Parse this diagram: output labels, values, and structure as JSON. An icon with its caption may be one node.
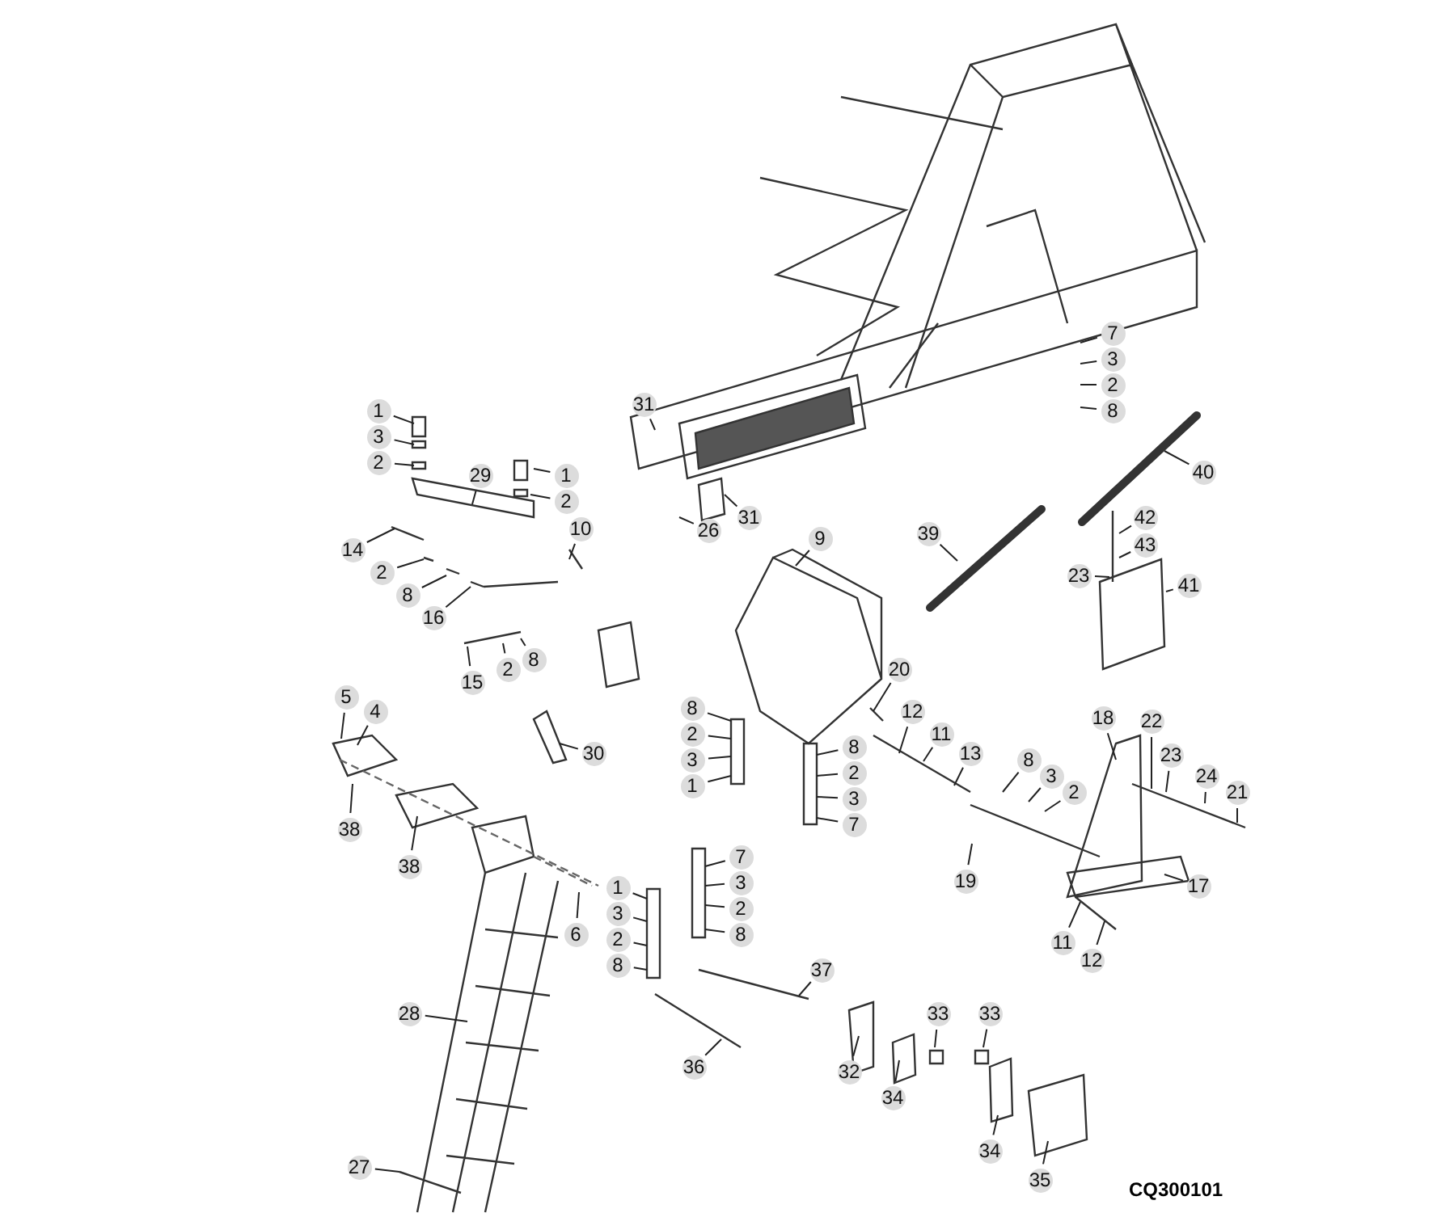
{
  "diagram": {
    "nodes": [
      {
        "text": [
          "1"
        ]
      },
      {
        "text": [
          "3"
        ]
      },
      {
        "text": [
          "2"
        ]
      },
      {
        "text": [
          "29"
        ]
      },
      {
        "text": [
          "1"
        ]
      },
      {
        "text": [
          "2"
        ]
      },
      {
        "text": [
          "14"
        ]
      },
      {
        "text": [
          "2"
        ]
      },
      {
        "text": [
          "8"
        ]
      },
      {
        "text": [
          "16"
        ]
      },
      {
        "text": [
          "10"
        ]
      },
      {
        "text": [
          "15"
        ]
      },
      {
        "text": [
          "2"
        ]
      },
      {
        "text": [
          "8"
        ]
      },
      {
        "text": [
          "30"
        ]
      },
      {
        "text": [
          "31"
        ]
      },
      {
        "text": [
          "31"
        ]
      },
      {
        "text": [
          "26"
        ]
      },
      {
        "text": [
          "9"
        ]
      },
      {
        "text": [
          "7"
        ]
      },
      {
        "text": [
          "3"
        ]
      },
      {
        "text": [
          "2"
        ]
      },
      {
        "text": [
          "8"
        ]
      },
      {
        "text": [
          "40"
        ]
      },
      {
        "text": [
          "39"
        ]
      },
      {
        "text": [
          "42"
        ]
      },
      {
        "text": [
          "43"
        ]
      },
      {
        "text": [
          "23"
        ]
      },
      {
        "text": [
          "41"
        ]
      },
      {
        "text": [
          "20"
        ]
      },
      {
        "text": [
          "12"
        ]
      },
      {
        "text": [
          "11"
        ]
      },
      {
        "text": [
          "13"
        ]
      },
      {
        "text": [
          "18"
        ]
      },
      {
        "text": [
          "22"
        ]
      },
      {
        "text": [
          "23"
        ]
      },
      {
        "text": [
          "24"
        ]
      },
      {
        "text": [
          "21"
        ]
      },
      {
        "text": [
          "8"
        ]
      },
      {
        "text": [
          "3"
        ]
      },
      {
        "text": [
          "2"
        ]
      },
      {
        "text": [
          "19"
        ]
      },
      {
        "text": [
          "17"
        ]
      },
      {
        "text": [
          "11"
        ]
      },
      {
        "text": [
          "12"
        ]
      },
      {
        "text": [
          "5"
        ]
      },
      {
        "text": [
          "4"
        ]
      },
      {
        "text": [
          "38"
        ]
      },
      {
        "text": [
          "38"
        ]
      },
      {
        "text": [
          "6"
        ]
      },
      {
        "text": [
          "28"
        ]
      },
      {
        "text": [
          "27"
        ]
      },
      {
        "text": [
          "8"
        ]
      },
      {
        "text": [
          "2"
        ]
      },
      {
        "text": [
          "3"
        ]
      },
      {
        "text": [
          "1"
        ]
      },
      {
        "text": [
          "8"
        ]
      },
      {
        "text": [
          "2"
        ]
      },
      {
        "text": [
          "3"
        ]
      },
      {
        "text": [
          "7"
        ]
      },
      {
        "text": [
          "7"
        ]
      },
      {
        "text": [
          "3"
        ]
      },
      {
        "text": [
          "2"
        ]
      },
      {
        "text": [
          "8"
        ]
      },
      {
        "text": [
          "1"
        ]
      },
      {
        "text": [
          "3"
        ]
      },
      {
        "text": [
          "2"
        ]
      },
      {
        "text": [
          "8"
        ]
      },
      {
        "text": [
          "37"
        ]
      },
      {
        "text": [
          "36"
        ]
      },
      {
        "text": [
          "32"
        ]
      },
      {
        "text": [
          "33"
        ]
      },
      {
        "text": [
          "34"
        ]
      },
      {
        "text": [
          "33"
        ]
      },
      {
        "text": [
          "34"
        ]
      },
      {
        "text": [
          "35"
        ]
      }
    ],
    "edges": [
      {
        "from": 0,
        "to": null,
        "arrow": "none"
      },
      {
        "from": 1,
        "to": null,
        "arrow": "none"
      },
      {
        "from": 2,
        "to": null,
        "arrow": "none"
      },
      {
        "from": 3,
        "to": null,
        "arrow": "none"
      },
      {
        "from": 4,
        "to": null,
        "arrow": "none"
      },
      {
        "from": 5,
        "to": null,
        "arrow": "none"
      },
      {
        "from": 6,
        "to": null,
        "arrow": "none"
      },
      {
        "from": 7,
        "to": null,
        "arrow": "none"
      },
      {
        "from": 8,
        "to": null,
        "arrow": "none"
      },
      {
        "from": 9,
        "to": null,
        "arrow": "none"
      },
      {
        "from": 10,
        "to": null,
        "arrow": "none"
      },
      {
        "from": 11,
        "to": null,
        "arrow": "none"
      },
      {
        "from": 12,
        "to": null,
        "arrow": "none"
      },
      {
        "from": 13,
        "to": null,
        "arrow": "none"
      },
      {
        "from": 14,
        "to": null,
        "arrow": "none"
      },
      {
        "from": 15,
        "to": null,
        "arrow": "none"
      },
      {
        "from": 16,
        "to": null,
        "arrow": "none"
      },
      {
        "from": 17,
        "to": null,
        "arrow": "none"
      },
      {
        "from": 18,
        "to": null,
        "arrow": "none"
      },
      {
        "from": 19,
        "to": null,
        "arrow": "none"
      },
      {
        "from": 20,
        "to": null,
        "arrow": "none"
      },
      {
        "from": 21,
        "to": null,
        "arrow": "none"
      },
      {
        "from": 22,
        "to": null,
        "arrow": "none"
      },
      {
        "from": 23,
        "to": null,
        "arrow": "none"
      },
      {
        "from": 24,
        "to": null,
        "arrow": "none"
      },
      {
        "from": 25,
        "to": null,
        "arrow": "none"
      },
      {
        "from": 26,
        "to": null,
        "arrow": "none"
      },
      {
        "from": 27,
        "to": null,
        "arrow": "none"
      },
      {
        "from": 28,
        "to": null,
        "arrow": "none"
      },
      {
        "from": 29,
        "to": null,
        "arrow": "none"
      },
      {
        "from": 30,
        "to": null,
        "arrow": "none"
      },
      {
        "from": 31,
        "to": null,
        "arrow": "none"
      },
      {
        "from": 32,
        "to": null,
        "arrow": "none"
      },
      {
        "from": 33,
        "to": null,
        "arrow": "none"
      },
      {
        "from": 34,
        "to": null,
        "arrow": "none"
      },
      {
        "from": 35,
        "to": null,
        "arrow": "none"
      },
      {
        "from": 36,
        "to": null,
        "arrow": "none"
      },
      {
        "from": 37,
        "to": null,
        "arrow": "none"
      },
      {
        "from": 38,
        "to": null,
        "arrow": "none"
      },
      {
        "from": 39,
        "to": null,
        "arrow": "none"
      },
      {
        "from": 40,
        "to": null,
        "arrow": "none"
      },
      {
        "from": 41,
        "to": null,
        "arrow": "none"
      },
      {
        "from": 42,
        "to": null,
        "arrow": "none"
      },
      {
        "from": 43,
        "to": null,
        "arrow": "none"
      },
      {
        "from": 44,
        "to": null,
        "arrow": "none"
      },
      {
        "from": 45,
        "to": null,
        "arrow": "none"
      },
      {
        "from": 46,
        "to": null,
        "arrow": "none"
      },
      {
        "from": 47,
        "to": null,
        "arrow": "none"
      },
      {
        "from": 48,
        "to": null,
        "arrow": "none"
      },
      {
        "from": 49,
        "to": null,
        "arrow": "none"
      },
      {
        "from": 50,
        "to": null,
        "arrow": "none"
      },
      {
        "from": 51,
        "to": null,
        "arrow": "none"
      },
      {
        "from": 52,
        "to": null,
        "arrow": "none"
      },
      {
        "from": 53,
        "to": null,
        "arrow": "none"
      },
      {
        "from": 54,
        "to": null,
        "arrow": "none"
      },
      {
        "from": 55,
        "to": null,
        "arrow": "none"
      },
      {
        "from": 56,
        "to": null,
        "arrow": "none"
      },
      {
        "from": 57,
        "to": null,
        "arrow": "none"
      },
      {
        "from": 58,
        "to": null,
        "arrow": "none"
      },
      {
        "from": 59,
        "to": null,
        "arrow": "none"
      },
      {
        "from": 60,
        "to": null,
        "arrow": "none"
      },
      {
        "from": 61,
        "to": null,
        "arrow": "none"
      },
      {
        "from": 62,
        "to": null,
        "arrow": "none"
      },
      {
        "from": 63,
        "to": null,
        "arrow": "none"
      },
      {
        "from": 64,
        "to": null,
        "arrow": "none"
      },
      {
        "from": 65,
        "to": null,
        "arrow": "none"
      },
      {
        "from": 66,
        "to": null,
        "arrow": "none"
      },
      {
        "from": 67,
        "to": null,
        "arrow": "none"
      },
      {
        "from": 68,
        "to": null,
        "arrow": "none"
      },
      {
        "from": 69,
        "to": null,
        "arrow": "none"
      },
      {
        "from": 70,
        "to": null,
        "arrow": "none"
      },
      {
        "from": 71,
        "to": null,
        "arrow": "none"
      },
      {
        "from": 72,
        "to": null,
        "arrow": "none"
      },
      {
        "from": 73,
        "to": null,
        "arrow": "none"
      },
      {
        "from": 74,
        "to": null,
        "arrow": "none"
      },
      {
        "from": 75,
        "to": null,
        "arrow": "none"
      }
    ],
    "labels": [
      "CQ300101"
    ]
  }
}
